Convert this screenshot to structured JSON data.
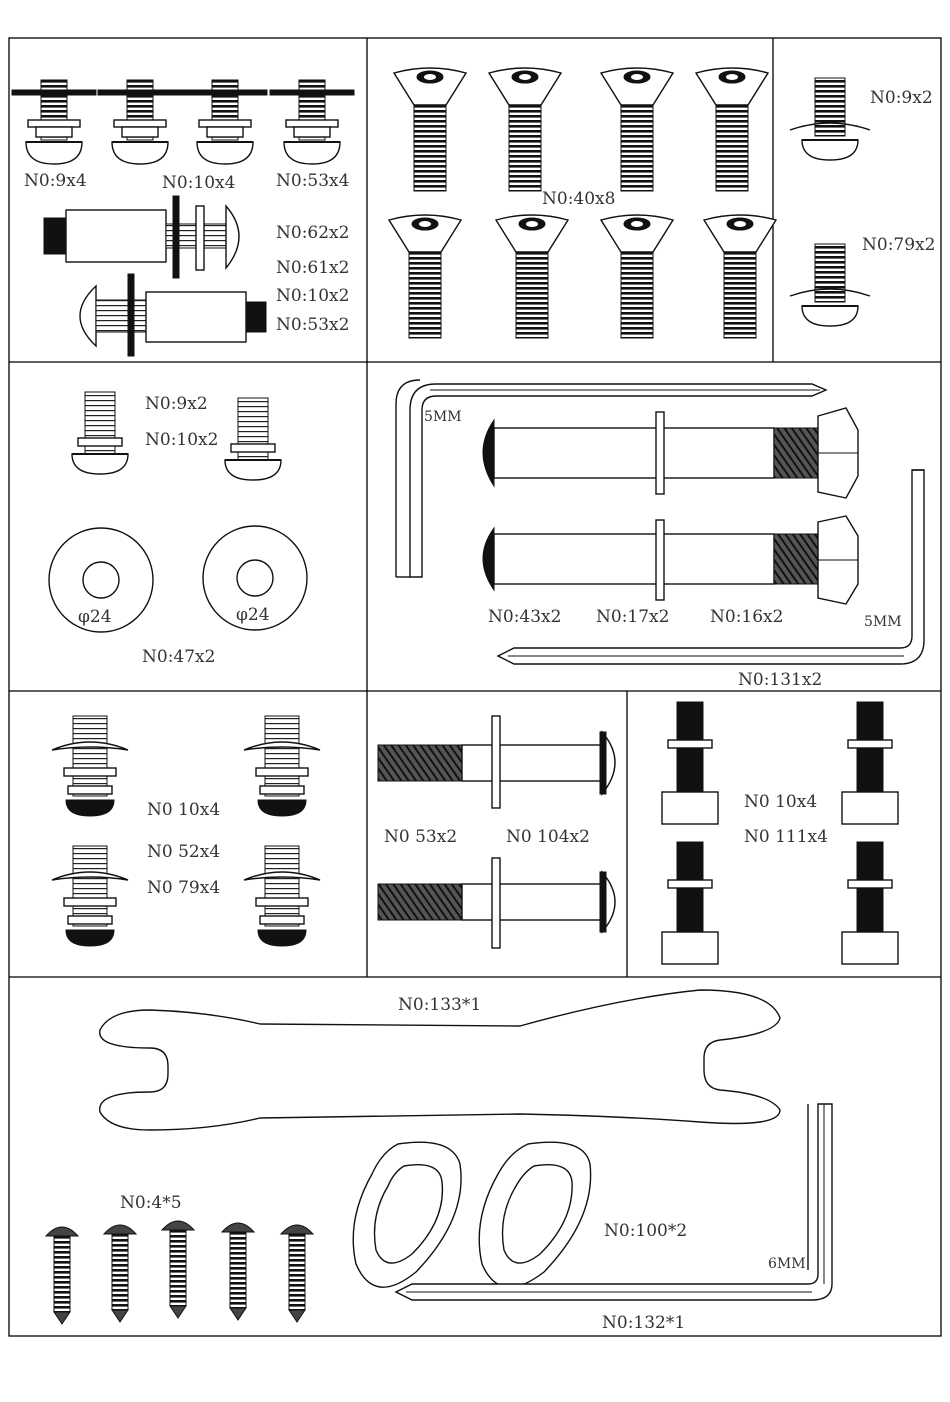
{
  "panels": [
    {
      "id": "p1",
      "labels": [
        "N0:9x4",
        "N0:10x4",
        "N0:53x4",
        "N0:62x2",
        "N0:61x2",
        "N0:10x2",
        "N0:53x2"
      ]
    },
    {
      "id": "p2",
      "labels": [
        "N0:40x8"
      ]
    },
    {
      "id": "p3",
      "labels": [
        "N0:9x2",
        "N0:79x2"
      ]
    },
    {
      "id": "p4",
      "labels": [
        "N0:9x2",
        "N0:10x2",
        "φ24",
        "φ24",
        "N0:47x2"
      ]
    },
    {
      "id": "p5",
      "labels": [
        "5MM",
        "N0:43x2",
        "N0:17x2",
        "N0:16x2",
        "5MM",
        "N0:131x2"
      ]
    },
    {
      "id": "p6",
      "labels": [
        "N0 10x4",
        "N0 52x4",
        "N0 79x4"
      ]
    },
    {
      "id": "p7",
      "labels": [
        "N0 53x2",
        "N0 104x2"
      ]
    },
    {
      "id": "p8",
      "labels": [
        "N0 10x4",
        "N0 111x4"
      ]
    },
    {
      "id": "p9",
      "labels": [
        "N0:133*1",
        "N0:4*5",
        "N0:100*2",
        "6MM",
        "N0:132*1"
      ]
    }
  ]
}
